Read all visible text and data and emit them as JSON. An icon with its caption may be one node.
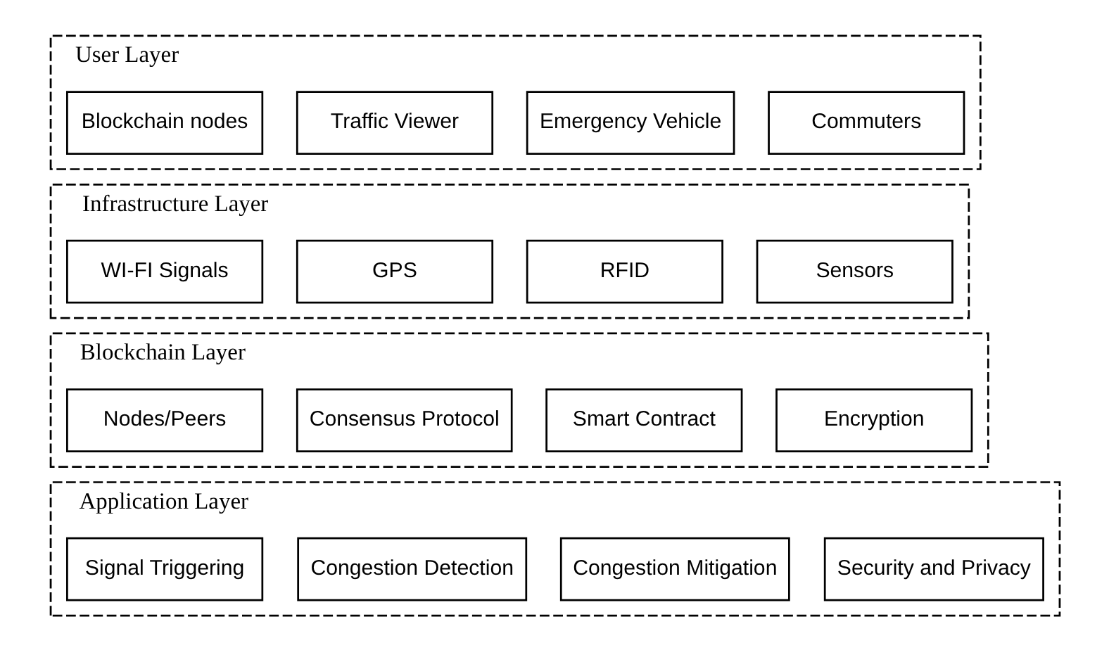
{
  "diagram": {
    "nodes": [
      {
        "text": [
          "User Layer"
        ]
      },
      {
        "text": [
          "Blockchain nodes"
        ],
        "in": 0
      },
      {
        "text": [
          "Traffic Viewer"
        ],
        "in": 0
      },
      {
        "text": [
          "Emergency Vehicle"
        ],
        "in": 0
      },
      {
        "text": [
          "Commuters"
        ],
        "in": 0
      },
      {
        "text": [
          "Infrastructure Layer"
        ]
      },
      {
        "text": [
          "WI-FI Signals"
        ],
        "in": 5
      },
      {
        "text": [
          "GPS"
        ],
        "in": 5
      },
      {
        "text": [
          "RFID"
        ],
        "in": 5
      },
      {
        "text": [
          "Sensors"
        ],
        "in": 5
      },
      {
        "text": [
          "Blockchain Layer"
        ]
      },
      {
        "text": [
          "Nodes/Peers"
        ],
        "in": 10
      },
      {
        "text": [
          "Consensus Protocol"
        ],
        "in": 10
      },
      {
        "text": [
          "Smart Contract"
        ],
        "in": 10
      },
      {
        "text": [
          "Encryption"
        ],
        "in": 10
      },
      {
        "text": [
          "Application Layer"
        ]
      },
      {
        "text": [
          "Signal Triggering"
        ],
        "in": 15
      },
      {
        "text": [
          "Congestion Detection"
        ],
        "in": 15
      },
      {
        "text": [
          "Congestion Mitigation"
        ],
        "in": 15
      },
      {
        "text": [
          "Security and Privacy"
        ],
        "in": 15
      }
    ]
  }
}
